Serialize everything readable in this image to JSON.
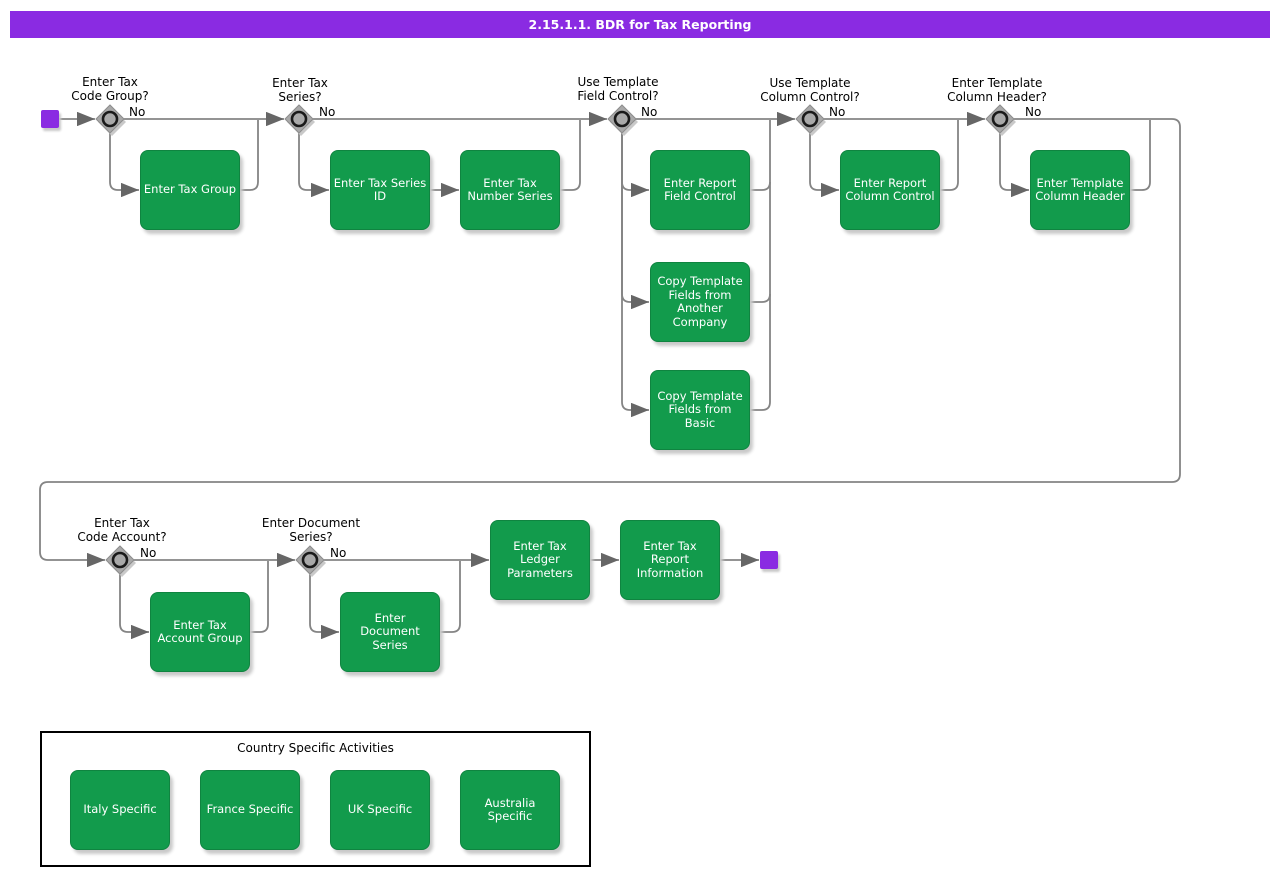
{
  "title_bar": {
    "text": "2.15.1.1. BDR for Tax Reporting"
  },
  "colors": {
    "title_bar_purple": "#8A2BE2",
    "terminal_purple": "#8A2BE2",
    "activity_green": "#129B4C",
    "decision_gray": "#A9A9A9",
    "connector_gray": "#848484"
  },
  "flow": {
    "decisions": [
      {
        "question": "Enter Tax\nCode Group?",
        "no_label": "No"
      },
      {
        "question": "Enter Tax\nSeries?",
        "no_label": "No"
      },
      {
        "question": "Use Template\nField Control?",
        "no_label": "No"
      },
      {
        "question": "Use Template\nColumn Control?",
        "no_label": "No"
      },
      {
        "question": "Enter Template\nColumn Header?",
        "no_label": "No"
      },
      {
        "question": "Enter Tax\nCode Account?",
        "no_label": "No"
      },
      {
        "question": "Enter Document\nSeries?",
        "no_label": "No"
      }
    ],
    "activities": [
      {
        "label": "Enter Tax Group"
      },
      {
        "label": "Enter Tax Series\nID"
      },
      {
        "label": "Enter Tax\nNumber Series"
      },
      {
        "label": "Enter Report\nField Control"
      },
      {
        "label": "Copy Template\nFields from\nAnother\nCompany"
      },
      {
        "label": "Copy Template\nFields from\nBasic"
      },
      {
        "label": "Enter Report\nColumn Control"
      },
      {
        "label": "Enter Template\nColumn Header"
      },
      {
        "label": "Enter Tax\nAccount Group"
      },
      {
        "label": "Enter Document\nSeries"
      },
      {
        "label": "Enter Tax\nLedger\nParameters"
      },
      {
        "label": "Enter Tax\nReport\nInformation"
      }
    ]
  },
  "partition": {
    "title": "Country Specific Activities",
    "activities": [
      {
        "label": "Italy Specific"
      },
      {
        "label": "France Specific"
      },
      {
        "label": "UK Specific"
      },
      {
        "label": "Australia\nSpecific"
      }
    ]
  }
}
